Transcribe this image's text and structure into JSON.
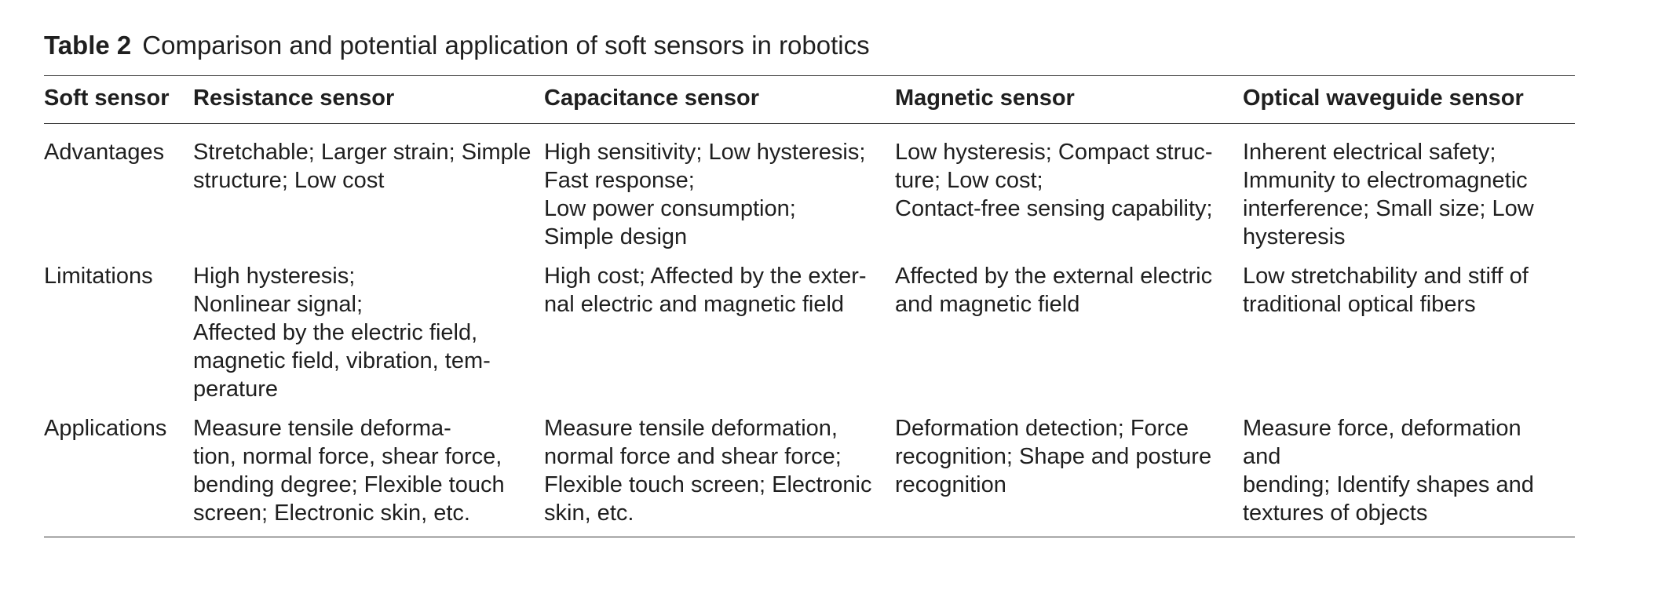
{
  "caption": {
    "label": "Table 2",
    "text": "Comparison and potential application of soft sensors in robotics"
  },
  "table": {
    "headers": [
      "Soft sensor",
      "Resistance sensor",
      "Capacitance sensor",
      "Magnetic sensor",
      "Optical waveguide sensor"
    ],
    "rows": [
      {
        "label": "Advantages",
        "cells": [
          "Stretchable; Larger strain; Simple\nstructure; Low cost",
          "High sensitivity; Low hysteresis;\nFast response;\nLow power consumption;\nSimple design",
          "Low hysteresis; Compact struc-\nture; Low cost;\nContact-free sensing capability;",
          "Inherent electrical safety;\nImmunity to electromagnetic\ninterference; Small size; Low\nhysteresis"
        ]
      },
      {
        "label": "Limitations",
        "cells": [
          "High hysteresis;\nNonlinear signal;\nAffected by the electric field,\nmagnetic field, vibration, tem-\nperature",
          "High cost; Affected by the exter-\nnal electric and magnetic field",
          "Affected by the external electric\nand magnetic field",
          "Low stretchability and stiff of\ntraditional optical fibers"
        ]
      },
      {
        "label": "Applications",
        "cells": [
          "Measure tensile deforma-\ntion, normal force, shear force,\nbending degree; Flexible touch\nscreen; Electronic skin, etc.",
          "Measure tensile deformation,\nnormal force and shear force;\nFlexible touch screen; Electronic\nskin, etc.",
          "Deformation detection; Force\nrecognition; Shape and posture\nrecognition",
          "Measure force, deformation and\nbending; Identify shapes and\ntextures of objects"
        ]
      }
    ]
  }
}
